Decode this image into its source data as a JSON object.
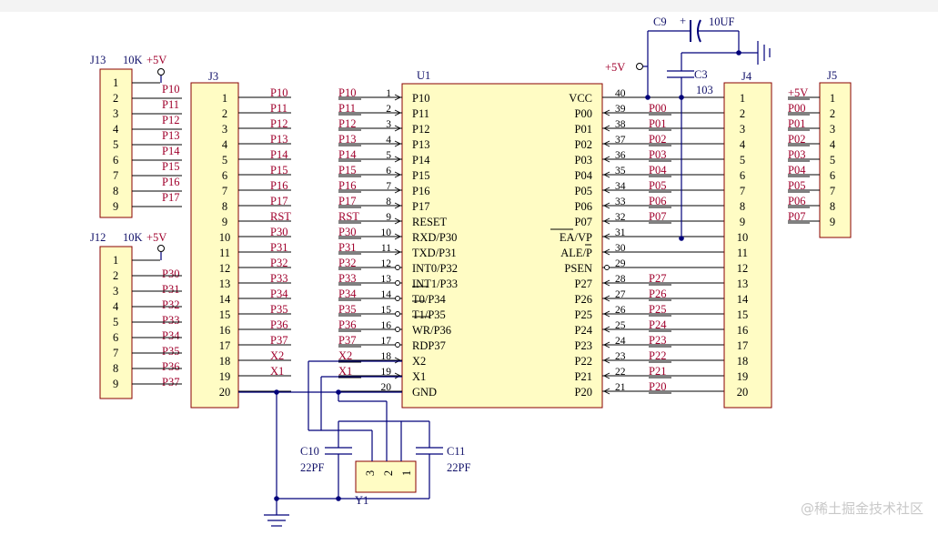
{
  "j13": {
    "ref": "J13",
    "value": "10K",
    "supply": "+5V",
    "pins": [
      "1",
      "2",
      "3",
      "4",
      "5",
      "6",
      "7",
      "8",
      "9"
    ],
    "nets": [
      "P10",
      "P11",
      "P12",
      "P13",
      "P14",
      "P15",
      "P16",
      "P17"
    ]
  },
  "j12": {
    "ref": "J12",
    "value": "10K",
    "supply": "+5V",
    "pins": [
      "1",
      "2",
      "3",
      "4",
      "5",
      "6",
      "7",
      "8",
      "9"
    ],
    "nets": [
      "P30",
      "P31",
      "P32",
      "P33",
      "P34",
      "P35",
      "P36",
      "P37"
    ]
  },
  "j3": {
    "ref": "J3",
    "pins": [
      "1",
      "2",
      "3",
      "4",
      "5",
      "6",
      "7",
      "8",
      "9",
      "10",
      "11",
      "12",
      "13",
      "14",
      "15",
      "16",
      "17",
      "18",
      "19",
      "20"
    ],
    "nets": [
      "P10",
      "P11",
      "P12",
      "P13",
      "P14",
      "P15",
      "P16",
      "P17",
      "RST",
      "P30",
      "P31",
      "P32",
      "P33",
      "P34",
      "P35",
      "P36",
      "P37",
      "X2",
      "X1",
      ""
    ]
  },
  "u1": {
    "ref": "U1",
    "left_nums": [
      "1",
      "2",
      "3",
      "4",
      "5",
      "6",
      "7",
      "8",
      "9",
      "10",
      "11",
      "12",
      "13",
      "14",
      "15",
      "16",
      "17",
      "18",
      "19",
      "20"
    ],
    "left_names": [
      "P10",
      "P11",
      "P12",
      "P13",
      "P14",
      "P15",
      "P16",
      "P17",
      "RESET",
      "RXD/P30",
      "TXD/P31",
      "INT0/P32",
      "INT1/P33",
      "T0/P34",
      "T1/P35",
      "WR/P36",
      "RDP37",
      "X2",
      "X1",
      "GND"
    ],
    "left_nets": [
      "P10",
      "P11",
      "P12",
      "P13",
      "P14",
      "P15",
      "P16",
      "P17",
      "RST",
      "P30",
      "P31",
      "P32",
      "P33",
      "P34",
      "P35",
      "P36",
      "P37",
      "X2",
      "X1",
      ""
    ],
    "right_nums": [
      "40",
      "39",
      "38",
      "37",
      "36",
      "35",
      "34",
      "33",
      "32",
      "31",
      "30",
      "29",
      "28",
      "27",
      "26",
      "25",
      "24",
      "23",
      "22",
      "21"
    ],
    "right_names": [
      "VCC",
      "P00",
      "P01",
      "P02",
      "P03",
      "P04",
      "P05",
      "P06",
      "P07",
      "EA/VP",
      "ALE/P",
      "PSEN",
      "P27",
      "P26",
      "P25",
      "P24",
      "P23",
      "P22",
      "P21",
      "P20"
    ],
    "right_nets": [
      "",
      "P00",
      "P01",
      "P02",
      "P03",
      "P04",
      "P05",
      "P06",
      "P07",
      "",
      "",
      "",
      "P27",
      "P26",
      "P25",
      "P24",
      "P23",
      "P22",
      "P21",
      "P20"
    ]
  },
  "j4": {
    "ref": "J4",
    "pins": [
      "1",
      "2",
      "3",
      "4",
      "5",
      "6",
      "7",
      "8",
      "9",
      "10",
      "11",
      "12",
      "13",
      "14",
      "15",
      "16",
      "17",
      "18",
      "19",
      "20"
    ]
  },
  "j5": {
    "ref": "J5",
    "pins": [
      "1",
      "2",
      "3",
      "4",
      "5",
      "6",
      "7",
      "8",
      "9"
    ],
    "nets": [
      "+5V",
      "P00",
      "P01",
      "P02",
      "P03",
      "P04",
      "P05",
      "P06",
      "P07"
    ]
  },
  "c9": {
    "ref": "C9",
    "value": "10UF",
    "plus": "+"
  },
  "c3": {
    "ref": "C3",
    "value": "103"
  },
  "vcc_label": "+5V",
  "c10": {
    "ref": "C10",
    "value": "22PF"
  },
  "c11": {
    "ref": "C11",
    "value": "22PF"
  },
  "y1": {
    "ref": "Y1",
    "pins": [
      "3",
      "2",
      "1"
    ]
  },
  "watermark": "@稀土掘金技术社区"
}
